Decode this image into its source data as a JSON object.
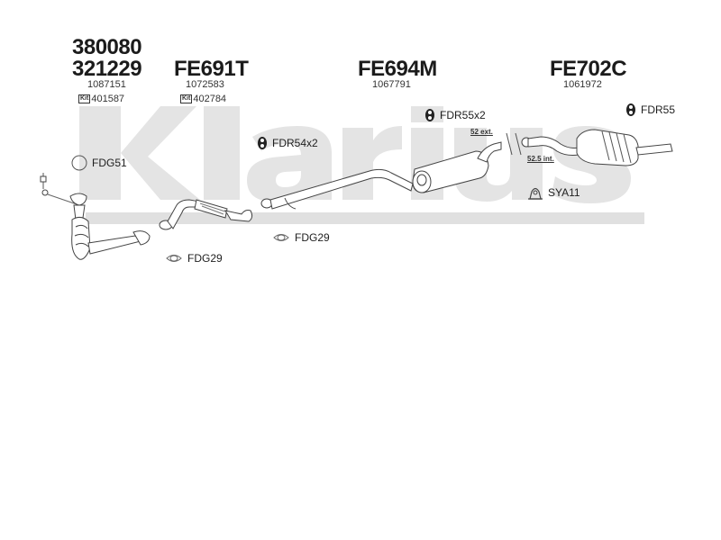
{
  "watermark": {
    "text": "Klarius",
    "color": "#e3e3e3"
  },
  "assemblies": [
    {
      "codes": [
        "380080",
        "321229"
      ],
      "ref": "1087151",
      "kit": "401587"
    },
    {
      "codes": [
        "FE691T"
      ],
      "ref": "1072583",
      "kit": "402784"
    },
    {
      "codes": [
        "FE694M"
      ],
      "ref": "1067791"
    },
    {
      "codes": [
        "FE702C"
      ],
      "ref": "1061972"
    }
  ],
  "kit_badge": "Kit",
  "fittings": [
    {
      "name": "FDG51",
      "icon": "gasket-ring-icon"
    },
    {
      "name": "FDR54x2",
      "icon": "rubber-hanger-icon"
    },
    {
      "name": "FDR55x2",
      "icon": "rubber-hanger-icon"
    },
    {
      "name": "FDR55",
      "icon": "rubber-hanger-icon"
    },
    {
      "name": "FDG29",
      "icon": "flange-gasket-icon"
    },
    {
      "name": "FDG29",
      "icon": "flange-gasket-icon"
    },
    {
      "name": "SYA11",
      "icon": "mounting-bracket-icon"
    }
  ],
  "dimensions": {
    "ext": "52 ext.",
    "int": "52.5 int."
  }
}
